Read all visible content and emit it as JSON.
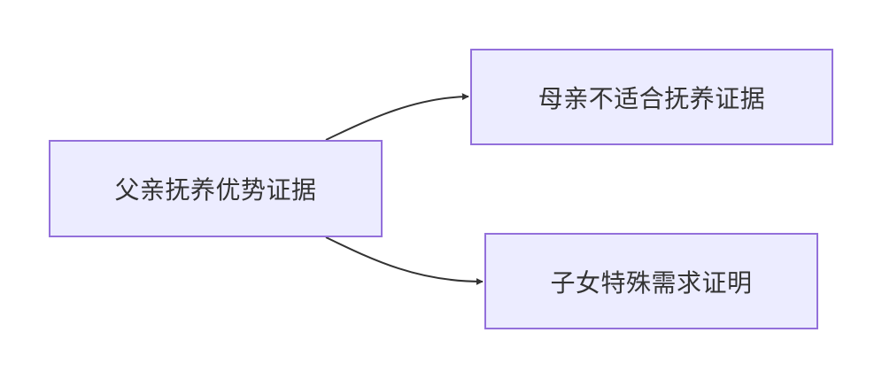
{
  "diagram": {
    "nodes": {
      "father": {
        "label": "父亲抚养优势证据"
      },
      "mother": {
        "label": "母亲不适合抚养证据"
      },
      "child": {
        "label": "子女特殊需求证明"
      }
    },
    "edges": [
      {
        "from": "father",
        "to": "mother"
      },
      {
        "from": "father",
        "to": "child"
      }
    ],
    "colors": {
      "node_fill": "#ececff",
      "node_border": "#9370db",
      "edge": "#333333",
      "text": "#333333"
    }
  }
}
